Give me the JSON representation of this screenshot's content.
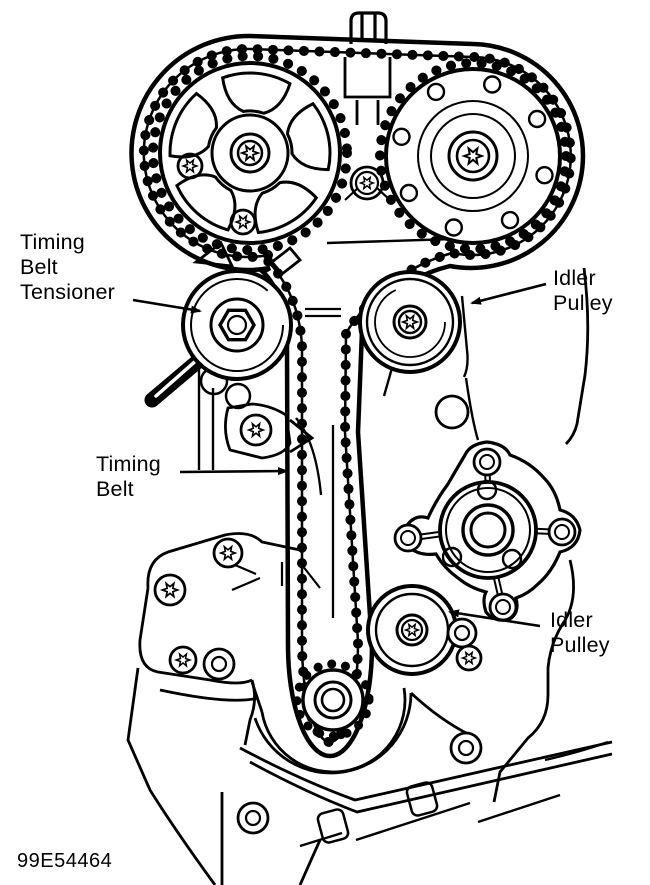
{
  "diagram": {
    "background": "#ffffff",
    "line_color": "#000000",
    "labels": {
      "timing_belt_tensioner": "Timing\nBelt\nTensioner",
      "idler_pulley_top": "Idler\nPulley",
      "timing_belt": "Timing\nBelt",
      "idler_pulley_bottom": "Idler\nPulley",
      "reference_code": "99E54464"
    },
    "components": [
      "camshaft-sprocket-left",
      "camshaft-sprocket-right",
      "timing-belt",
      "timing-belt-tensioner",
      "idler-pulley-upper",
      "idler-pulley-lower",
      "water-pump",
      "crankshaft-sprocket",
      "engine-block"
    ]
  }
}
